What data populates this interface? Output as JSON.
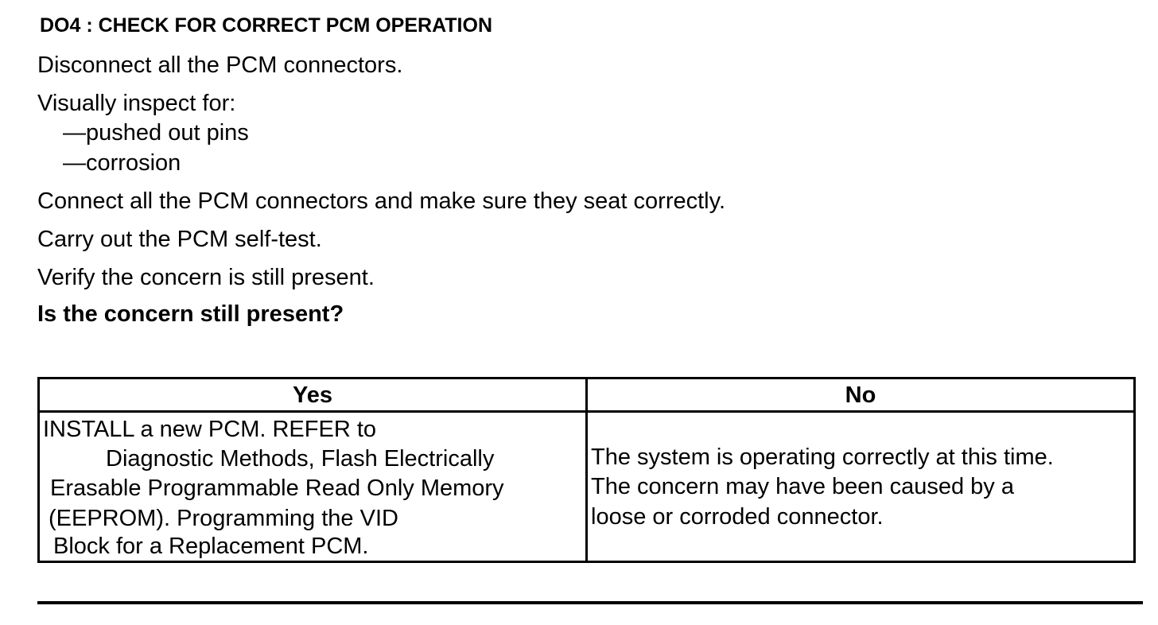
{
  "heading": "DO4 : CHECK FOR CORRECT PCM OPERATION",
  "steps": [
    "Disconnect all the PCM connectors.",
    "Visually inspect for:",
    "—pushed out pins",
    "—corrosion",
    "Connect all the PCM connectors and make sure they seat correctly.",
    "Carry out the PCM self-test.",
    "Verify the concern is still present."
  ],
  "question": "Is the concern still present?",
  "table": {
    "headers": [
      "Yes",
      "No"
    ],
    "yes_lines": [
      "INSTALL a new PCM.  REFER to",
      "Diagnostic Methods, Flash Electrically",
      "Erasable Programmable Read Only Memory",
      "(EEPROM).  Programming the VID",
      "Block for a  Replacement PCM."
    ],
    "no_lines": [
      "The system is operating correctly at this time.",
      "The concern may have been caused by a",
      "loose or corroded connector."
    ]
  }
}
